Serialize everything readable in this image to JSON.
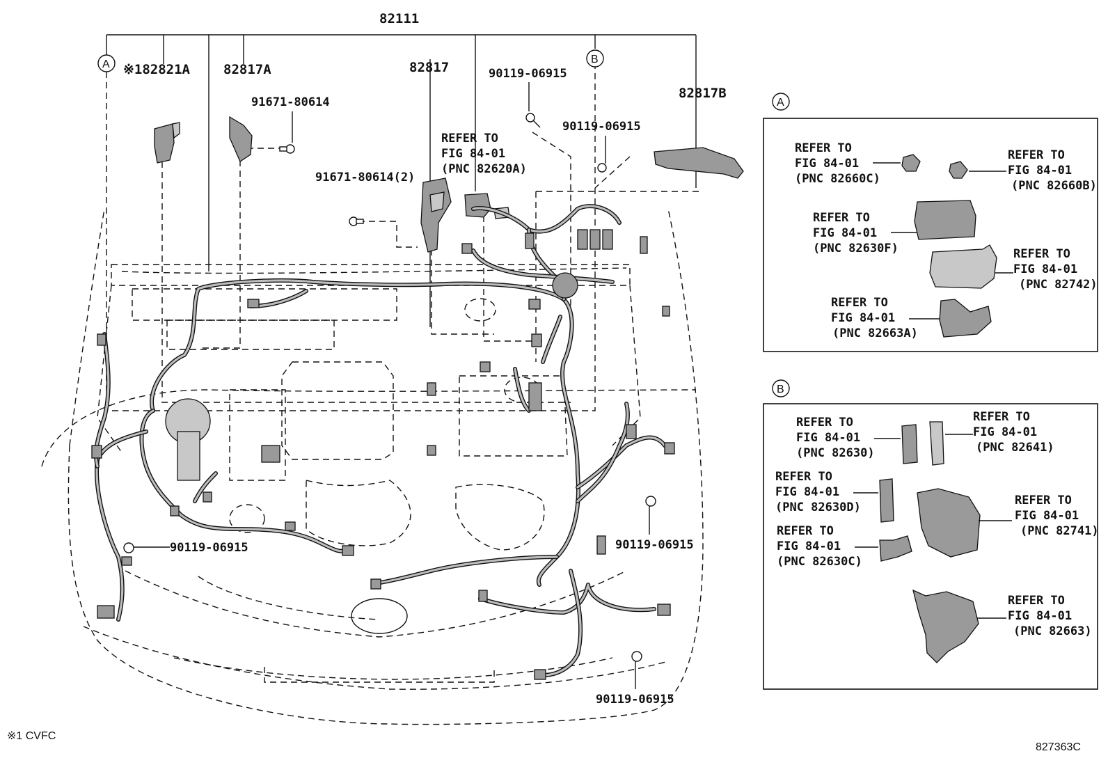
{
  "diagram": {
    "main_part": "82111",
    "callouts": {
      "part_82821a": "※182821A",
      "part_82817a": "82817A",
      "part_82817": "82817",
      "part_82817b": "82817B",
      "bolt_top_left": "91671-80614",
      "bolt_mid": "91671-80614(2)",
      "bolt_top_center": "90119-06915",
      "bolt_top_right": "90119-06915",
      "bolt_lower_left": "90119-06915",
      "bolt_lower_right": "90119-06915",
      "bolt_bottom_right": "90119-06915"
    },
    "refer_main": {
      "line1": "REFER TO",
      "line2": "FIG 84-01",
      "line3": "(PNC 82620A)"
    },
    "circle_a": "A",
    "circle_b": "B",
    "footnote": "※1 CVFC",
    "figure_code": "827363C"
  },
  "inset_a": {
    "letter": "A",
    "refs": [
      {
        "l1": "REFER TO",
        "l2": "FIG 84-01",
        "l3": "(PNC 82660C)"
      },
      {
        "l1": "REFER TO",
        "l2": "FIG 84-01",
        "l3": "(PNC 82660B)"
      },
      {
        "l1": "REFER TO",
        "l2": "FIG 84-01",
        "l3": "(PNC 82630F)"
      },
      {
        "l1": "REFER TO",
        "l2": "FIG 84-01",
        "l3": "(PNC 82742)"
      },
      {
        "l1": "REFER TO",
        "l2": "FIG 84-01",
        "l3": "(PNC 82663A)"
      }
    ]
  },
  "inset_b": {
    "letter": "B",
    "refs": [
      {
        "l1": "REFER TO",
        "l2": "FIG 84-01",
        "l3": "(PNC 82630)"
      },
      {
        "l1": "REFER TO",
        "l2": "FIG 84-01",
        "l3": "(PNC 82641)"
      },
      {
        "l1": "REFER TO",
        "l2": "FIG 84-01",
        "l3": "(PNC 82630D)"
      },
      {
        "l1": "REFER TO",
        "l2": "FIG 84-01",
        "l3": "(PNC 82741)"
      },
      {
        "l1": "REFER TO",
        "l2": "FIG 84-01",
        "l3": "(PNC 82630C)"
      },
      {
        "l1": "REFER TO",
        "l2": "FIG 84-01",
        "l3": "(PNC 82663)"
      }
    ]
  }
}
